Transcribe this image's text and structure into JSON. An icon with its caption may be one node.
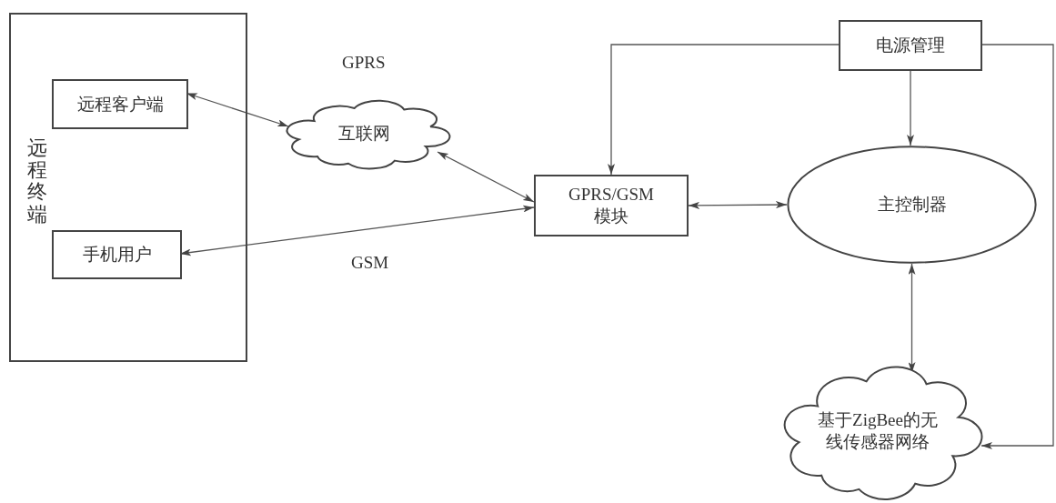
{
  "diagram": {
    "nodes": [
      {
        "text": [
          "远程终端"
        ]
      },
      {
        "text": [
          "远程客户端"
        ],
        "in": 0
      },
      {
        "text": [
          "手机用户"
        ],
        "in": 0
      },
      {
        "text": [
          "互联网"
        ]
      },
      {
        "text": [
          "GPRS/GSM 模块"
        ]
      },
      {
        "text": [
          "电源管理"
        ]
      },
      {
        "text": [
          "主控制器"
        ]
      },
      {
        "text": [
          "基于ZigBee的无线传感器网络"
        ]
      }
    ],
    "edges": [
      {
        "from": 1,
        "to": 3,
        "arrow": "both"
      },
      {
        "from": 3,
        "to": 4,
        "arrow": "both"
      },
      {
        "from": 4,
        "to": 2,
        "arrow": "both"
      },
      {
        "from": 4,
        "to": 6,
        "arrow": "both"
      },
      {
        "from": 5,
        "to": 4,
        "arrow": "to"
      },
      {
        "from": 5,
        "to": 6,
        "arrow": "to"
      },
      {
        "from": 6,
        "to": 7,
        "arrow": "both"
      },
      {
        "from": 5,
        "to": 7,
        "arrow": "to"
      }
    ],
    "labels": [
      "GPRS",
      "GSM"
    ]
  }
}
